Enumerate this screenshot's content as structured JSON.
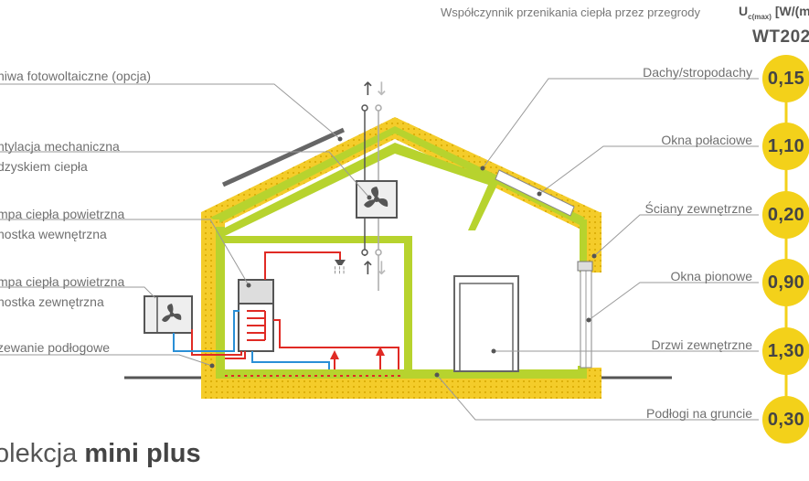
{
  "header": {
    "title": "Współczynnik przenikania ciepła przez przegrody",
    "u_symbol": "U",
    "u_sub": "c(max)",
    "u_unit": "[W/(m",
    "standard": "WT202"
  },
  "left_labels": [
    {
      "line1": "niwa fotowoltaiczne (opcja)"
    },
    {
      "line1": "ntylacja mechaniczna",
      "line2": "dzyskiem ciepła"
    },
    {
      "line1": "mpa ciepła powietrzna",
      "line2": "nostka wewnętrzna"
    },
    {
      "line1": "mpa ciepła powietrzna",
      "line2": "nostka zewnętrzna"
    },
    {
      "line1": "zewanie podłogowe"
    }
  ],
  "components": [
    {
      "label": "Dachy/stropodachy",
      "value": "0,15"
    },
    {
      "label": "Okna połaciowe",
      "value": "1,10"
    },
    {
      "label": "Ściany zewnętrzne",
      "value": "0,20"
    },
    {
      "label": "Okna pionowe",
      "value": "0,90"
    },
    {
      "label": "Drzwi zewnętrzne",
      "value": "1,30"
    },
    {
      "label": "Podłogi na gruncie",
      "value": "0,30"
    }
  ],
  "collection": {
    "prefix": "olekcja ",
    "name": "mini plus"
  },
  "colors": {
    "insulation": "#f4cc2a",
    "structure": "#b7d32e",
    "badge": "#f3d11a",
    "pipe_hot": "#e02a24",
    "pipe_cold": "#2a8fd6",
    "leader": "#9a9a9a"
  }
}
